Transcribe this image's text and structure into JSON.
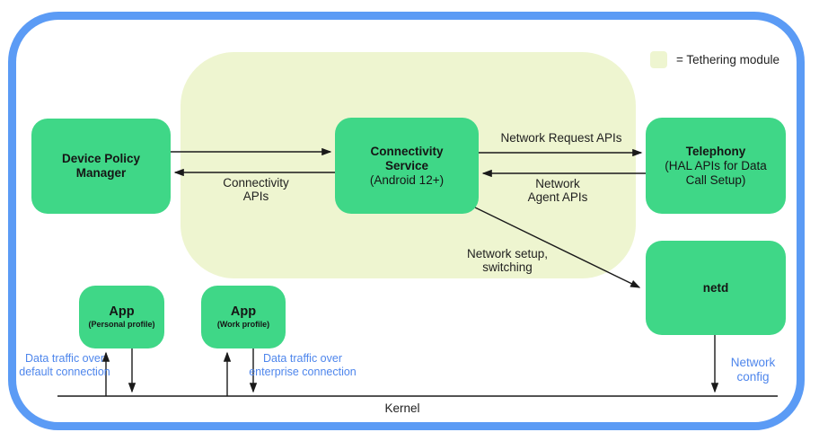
{
  "colors": {
    "node_green": "#3fd787",
    "tethering_module_bg": "#eef5d0",
    "frame_blue": "#5b9bf5",
    "annotation_blue": "#4e86ec"
  },
  "legend": {
    "label": "= Tethering module"
  },
  "nodes": {
    "device_policy_manager": {
      "title": "Device Policy\nManager"
    },
    "connectivity_service": {
      "title": "Connectivity\nService",
      "subtitle": "(Android 12+)"
    },
    "telephony": {
      "title": "Telephony",
      "subtitle": "(HAL APIs for Data\nCall Setup)"
    },
    "netd": {
      "title": "netd"
    },
    "app_personal": {
      "title": "App",
      "subtitle": "(Personal profile)"
    },
    "app_work": {
      "title": "App",
      "subtitle": "(Work profile)"
    }
  },
  "edge_labels": {
    "connectivity_apis": "Connectivity\nAPIs",
    "network_request_apis": "Network Request APIs",
    "network_agent_apis": "Network\nAgent APIs",
    "network_setup_switching": "Network setup,\nswitching",
    "data_traffic_default": "Data traffic over\ndefault connection",
    "data_traffic_enterprise": "Data traffic over\nenterprise connection",
    "network_config": "Network\nconfig",
    "kernel": "Kernel"
  }
}
